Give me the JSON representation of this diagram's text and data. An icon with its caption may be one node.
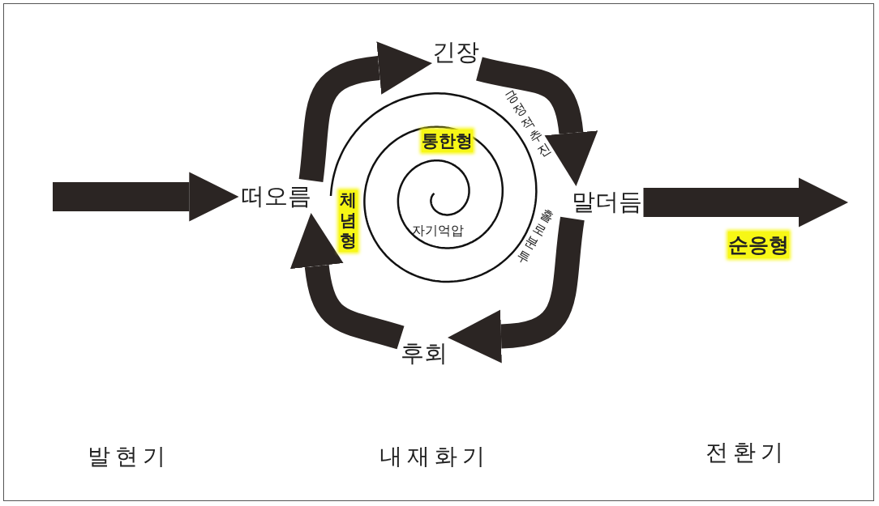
{
  "diagram": {
    "nodes": [
      {
        "text": [
          "떠오름"
        ]
      },
      {
        "text": [
          "긴장"
        ]
      },
      {
        "text": [
          "말더듬"
        ]
      },
      {
        "text": [
          "후회"
        ]
      }
    ],
    "edges": [
      {
        "from": null,
        "to": 0,
        "arrow": "to"
      },
      {
        "from": 0,
        "to": 1,
        "arrow": "to"
      },
      {
        "from": 1,
        "to": 2,
        "arrow": "to"
      },
      {
        "from": 2,
        "to": 3,
        "arrow": "to"
      },
      {
        "from": 3,
        "to": 0,
        "arrow": "to"
      },
      {
        "from": 2,
        "to": null,
        "arrow": "to"
      }
    ],
    "labels": [
      "긍정적추진",
      "통한형",
      "체념형",
      "홀로분투",
      "자기억압",
      "순응형",
      "발현기",
      "내재화기",
      "전환기"
    ]
  }
}
